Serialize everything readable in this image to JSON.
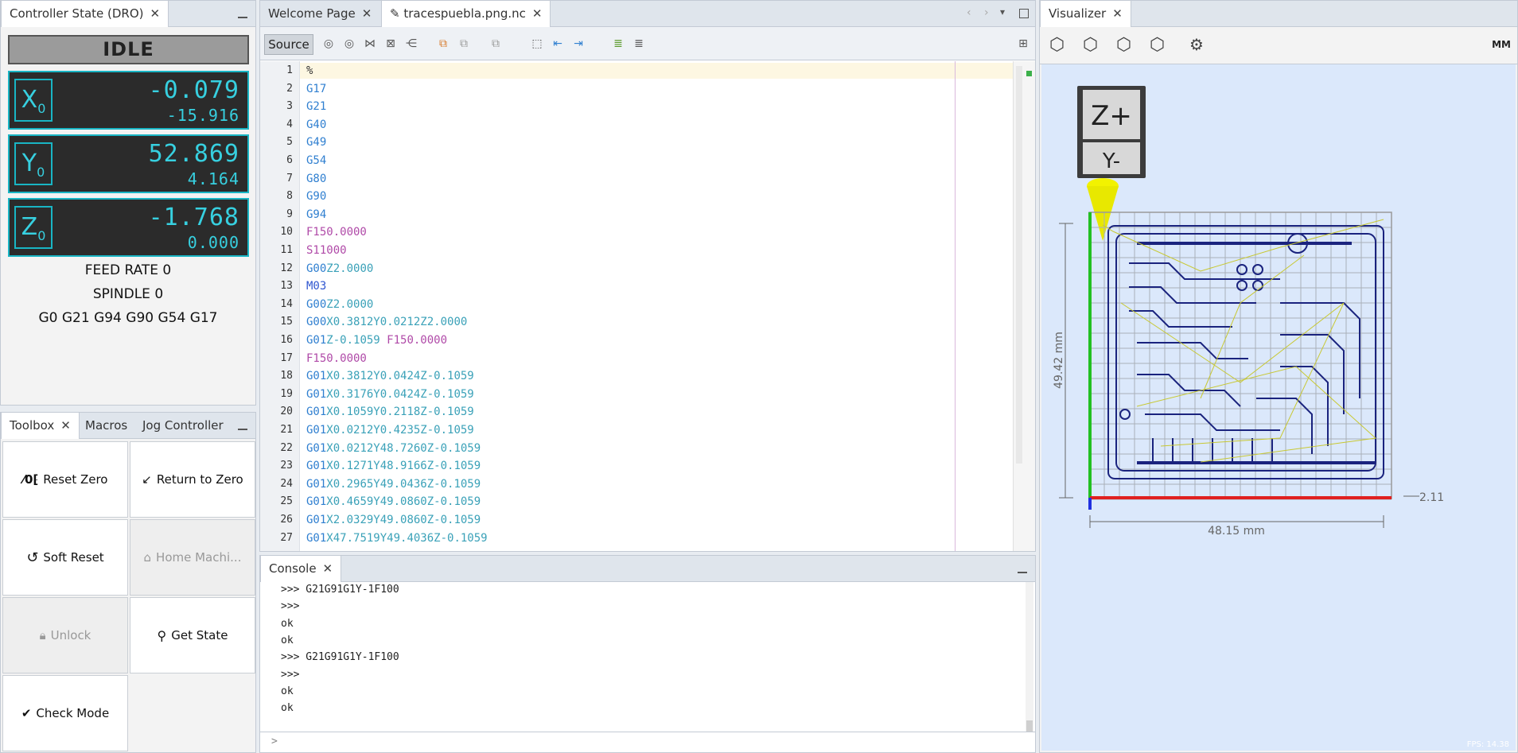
{
  "dro": {
    "tab_title": "Controller State (DRO)",
    "state": "IDLE",
    "axes": [
      {
        "name": "X",
        "sub": "0",
        "work": "-0.079",
        "machine": "-15.916"
      },
      {
        "name": "Y",
        "sub": "0",
        "work": "52.869",
        "machine": "4.164"
      },
      {
        "name": "Z",
        "sub": "0",
        "work": "-1.768",
        "machine": "0.000"
      }
    ],
    "feed_rate": "FEED RATE 0",
    "spindle": "SPINDLE 0",
    "modal": "G0 G21 G94 G90 G54 G17"
  },
  "tools_tabs": {
    "toolbox": "Toolbox",
    "macros": "Macros",
    "jog": "Jog Controller"
  },
  "toolbox": {
    "reset_zero": "Reset Zero",
    "return_zero": "Return to Zero",
    "soft_reset": "Soft Reset",
    "home": "Home Machi...",
    "unlock": "Unlock",
    "get_state": "Get State",
    "check_mode": "Check Mode"
  },
  "editor": {
    "tabs": {
      "welcome": "Welcome Page",
      "file": "tracespuebla.png.nc"
    },
    "source_label": "Source",
    "lines": [
      {
        "n": "1",
        "parts": [
          {
            "t": "%",
            "c": "t"
          }
        ]
      },
      {
        "n": "2",
        "parts": [
          {
            "t": "G17",
            "c": "g"
          }
        ]
      },
      {
        "n": "3",
        "parts": [
          {
            "t": "G21",
            "c": "g"
          }
        ]
      },
      {
        "n": "4",
        "parts": [
          {
            "t": "G40",
            "c": "g"
          }
        ]
      },
      {
        "n": "5",
        "parts": [
          {
            "t": "G49",
            "c": "g"
          }
        ]
      },
      {
        "n": "6",
        "parts": [
          {
            "t": "G54",
            "c": "g"
          }
        ]
      },
      {
        "n": "7",
        "parts": [
          {
            "t": "G80",
            "c": "g"
          }
        ]
      },
      {
        "n": "8",
        "parts": [
          {
            "t": "G90",
            "c": "g"
          }
        ]
      },
      {
        "n": "9",
        "parts": [
          {
            "t": "G94",
            "c": "g"
          }
        ]
      },
      {
        "n": "10",
        "parts": [
          {
            "t": "F150.0000",
            "c": "f"
          }
        ]
      },
      {
        "n": "11",
        "parts": [
          {
            "t": "S11000",
            "c": "s"
          }
        ]
      },
      {
        "n": "12",
        "parts": [
          {
            "t": "G00",
            "c": "g"
          },
          {
            "t": "Z2.0000",
            "c": "n"
          }
        ]
      },
      {
        "n": "13",
        "parts": [
          {
            "t": "M03",
            "c": "m"
          }
        ]
      },
      {
        "n": "14",
        "parts": [
          {
            "t": "G00",
            "c": "g"
          },
          {
            "t": "Z2.0000",
            "c": "n"
          }
        ]
      },
      {
        "n": "15",
        "parts": [
          {
            "t": "G00",
            "c": "g"
          },
          {
            "t": "X0.3812Y0.0212Z2.0000",
            "c": "n"
          }
        ]
      },
      {
        "n": "16",
        "parts": [
          {
            "t": "G01",
            "c": "g"
          },
          {
            "t": "Z-0.1059 ",
            "c": "n"
          },
          {
            "t": "F150.0000",
            "c": "f"
          }
        ]
      },
      {
        "n": "17",
        "parts": [
          {
            "t": "F150.0000",
            "c": "f"
          }
        ]
      },
      {
        "n": "18",
        "parts": [
          {
            "t": "G01",
            "c": "g"
          },
          {
            "t": "X0.3812Y0.0424Z-0.1059",
            "c": "n"
          }
        ]
      },
      {
        "n": "19",
        "parts": [
          {
            "t": "G01",
            "c": "g"
          },
          {
            "t": "X0.3176Y0.0424Z-0.1059",
            "c": "n"
          }
        ]
      },
      {
        "n": "20",
        "parts": [
          {
            "t": "G01",
            "c": "g"
          },
          {
            "t": "X0.1059Y0.2118Z-0.1059",
            "c": "n"
          }
        ]
      },
      {
        "n": "21",
        "parts": [
          {
            "t": "G01",
            "c": "g"
          },
          {
            "t": "X0.0212Y0.4235Z-0.1059",
            "c": "n"
          }
        ]
      },
      {
        "n": "22",
        "parts": [
          {
            "t": "G01",
            "c": "g"
          },
          {
            "t": "X0.0212Y48.7260Z-0.1059",
            "c": "n"
          }
        ]
      },
      {
        "n": "23",
        "parts": [
          {
            "t": "G01",
            "c": "g"
          },
          {
            "t": "X0.1271Y48.9166Z-0.1059",
            "c": "n"
          }
        ]
      },
      {
        "n": "24",
        "parts": [
          {
            "t": "G01",
            "c": "g"
          },
          {
            "t": "X0.2965Y49.0436Z-0.1059",
            "c": "n"
          }
        ]
      },
      {
        "n": "25",
        "parts": [
          {
            "t": "G01",
            "c": "g"
          },
          {
            "t": "X0.4659Y49.0860Z-0.1059",
            "c": "n"
          }
        ]
      },
      {
        "n": "26",
        "parts": [
          {
            "t": "G01",
            "c": "g"
          },
          {
            "t": "X2.0329Y49.0860Z-0.1059",
            "c": "n"
          }
        ]
      },
      {
        "n": "27",
        "parts": [
          {
            "t": "G01",
            "c": "g"
          },
          {
            "t": "X47.7519Y49.4036Z-0.1059",
            "c": "n"
          }
        ]
      }
    ]
  },
  "console": {
    "tab_title": "Console",
    "lines": [
      ">>> G21G91G1Y-1F100",
      ">>>",
      "ok",
      "ok",
      ">>> G21G91G1Y-1F100",
      ">>>",
      "ok",
      "ok"
    ],
    "prompt": ">"
  },
  "visualizer": {
    "tab_title": "Visualizer",
    "units": "MM",
    "zplus": "Z+",
    "yminus": "Y-",
    "dim_height": "49.42 mm",
    "dim_width": "48.15 mm",
    "dim_z": "2.11",
    "fps": "FPS: 14.38"
  }
}
